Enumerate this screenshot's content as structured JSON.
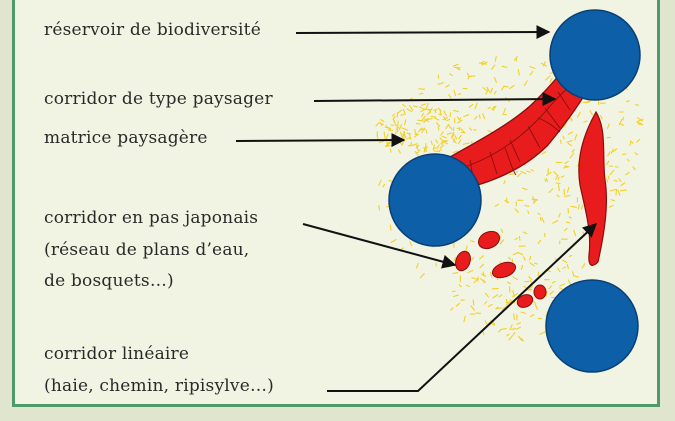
{
  "labels": {
    "reservoir": "réservoir de biodiversité",
    "corridor_paysager": "corridor de type paysager",
    "matrice": "matrice paysagère",
    "pas_japonais_1": "corridor en pas japonais",
    "pas_japonais_2": "(réseau de plans d’eau,",
    "pas_japonais_3": "de bosquets…)",
    "lineaire_1": "corridor linéaire",
    "lineaire_2": "(haie, chemin, ripisylve…)"
  },
  "colors": {
    "background": "#e0e6cd",
    "panel": "#f1f4e3",
    "border": "#4f9a6a",
    "reservoir": "#0d5fa8",
    "corridor": "#e81c1c",
    "matrix": "#f2cf2c",
    "arrow": "#111111"
  }
}
